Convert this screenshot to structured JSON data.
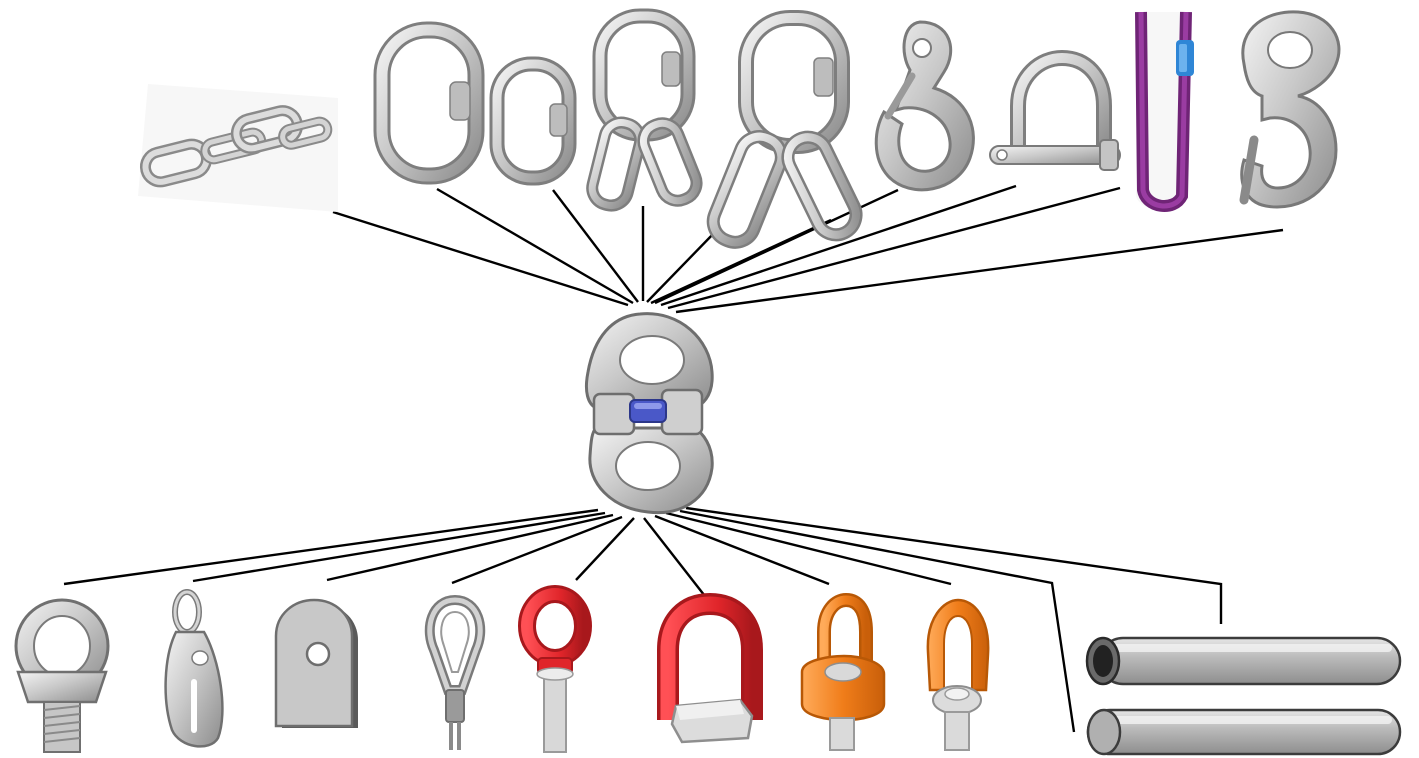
{
  "diagram": {
    "center": {
      "name": "connecting-link",
      "icon": "coupling-link-icon",
      "pin_color": "#4a58c8"
    },
    "top_items": [
      {
        "name": "chain",
        "icon": "chain-links-icon"
      },
      {
        "name": "master-link-large",
        "icon": "oval-link-icon"
      },
      {
        "name": "master-link-small",
        "icon": "oval-link-icon"
      },
      {
        "name": "master-link-assembly-small",
        "icon": "master-link-assembly-icon"
      },
      {
        "name": "master-link-assembly-large",
        "icon": "master-link-assembly-icon"
      },
      {
        "name": "safety-hook",
        "icon": "hook-with-latch-icon"
      },
      {
        "name": "shackle",
        "icon": "d-shackle-icon"
      },
      {
        "name": "round-sling",
        "icon": "round-sling-icon",
        "color": "#7a2a82",
        "label_color": "#2f86d6"
      },
      {
        "name": "grab-hook",
        "icon": "grab-hook-icon"
      }
    ],
    "bottom_items": [
      {
        "name": "eye-bolt",
        "icon": "eye-bolt-icon"
      },
      {
        "name": "swivel-eye-plate",
        "icon": "eye-plate-icon"
      },
      {
        "name": "lifting-lug",
        "icon": "lug-plate-icon"
      },
      {
        "name": "wire-rope-thimble",
        "icon": "wire-rope-eye-icon"
      },
      {
        "name": "red-eye-bolt",
        "icon": "eye-bolt-icon",
        "color": "#e0252a"
      },
      {
        "name": "red-weld-on-ring",
        "icon": "weld-on-ring-icon",
        "color": "#e0252a"
      },
      {
        "name": "orange-swivel-point",
        "icon": "swivel-lifting-point-icon",
        "color": "#f07d1a"
      },
      {
        "name": "orange-swivel-ring",
        "icon": "swivel-lifting-ring-icon",
        "color": "#f07d1a"
      },
      {
        "name": "pipe-upper",
        "icon": "pipe-icon"
      },
      {
        "name": "pipe-lower",
        "icon": "pipe-icon"
      }
    ]
  }
}
